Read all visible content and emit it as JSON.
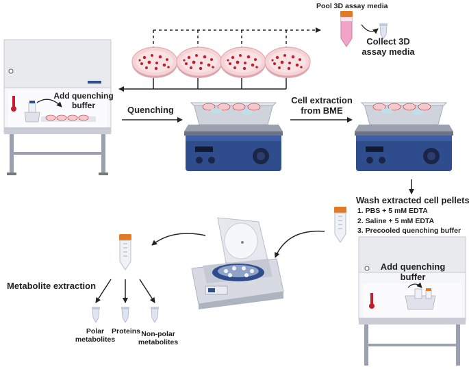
{
  "labels": {
    "pool": "Pool 3D assay media",
    "collect_line1": "Collect 3D",
    "collect_line2": "assay media",
    "add_quench_1_line1": "Add quenching",
    "add_quench_1_line2": "buffer",
    "quenching": "Quenching",
    "cell_extraction_line1": "Cell extraction",
    "cell_extraction_line2": "from BME",
    "wash_title": "Wash extracted cell pellets:",
    "wash_steps": [
      "1.  PBS + 5 mM EDTA",
      "2.  Saline + 5 mM EDTA",
      "3.  Precooled quenching buffer"
    ],
    "add_quench_2_line1": "Add quenching",
    "add_quench_2_line2": "buffer",
    "metabolite_extraction": "Metabolite extraction",
    "polar_line1": "Polar",
    "polar_line2": "metabolites",
    "proteins": "Proteins",
    "nonpolar_line1": "Non-polar",
    "nonpolar_line2": "metabolites"
  },
  "colors": {
    "cabinet": "#e9eaee",
    "cabinet_dark": "#b9bcc6",
    "stirrer_blue": "#2f4c8c",
    "tray": "#dfe2ea",
    "dish": "#f3c9cc",
    "dot": "#c0202e",
    "tube_cap": "#e07a25",
    "pink_media": "#f2a3c8",
    "arrow": "#222222"
  },
  "icons": [
    "biosafety-cabinet-icon",
    "petri-dish-icon",
    "conical-tube-icon",
    "microtube-icon",
    "magnetic-stirrer-icon",
    "centrifuge-icon",
    "thermometer-icon"
  ]
}
